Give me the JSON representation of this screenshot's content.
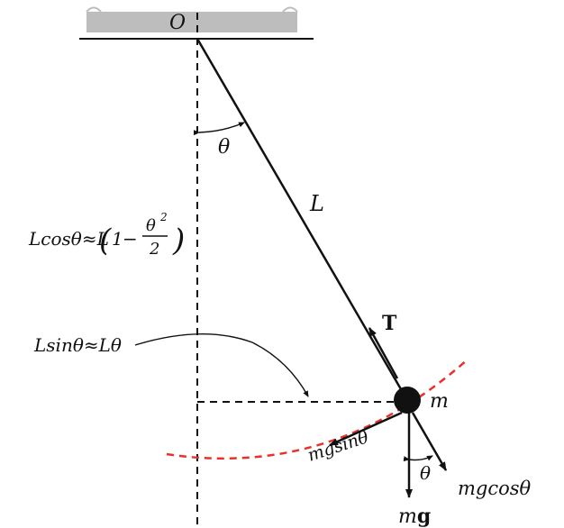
{
  "labels": {
    "pivot": "O",
    "angle_top": "θ",
    "length": "L",
    "tension": "T",
    "mass": "m",
    "weight_m": "m",
    "weight_g": "g",
    "tangential": "mgsinθ",
    "radial": "mgcosθ",
    "angle_bottom": "θ",
    "lcos_left": "Lcosθ≈L",
    "lcos_one": "1",
    "lcos_minus": "−",
    "lcos_theta": "θ",
    "lcos_power": "2",
    "lcos_den": "2",
    "lsin": "Lsinθ≈Lθ"
  },
  "colors": {
    "line": "#111111",
    "ceiling": "#bdbdbd",
    "arc": "#e8312a"
  }
}
